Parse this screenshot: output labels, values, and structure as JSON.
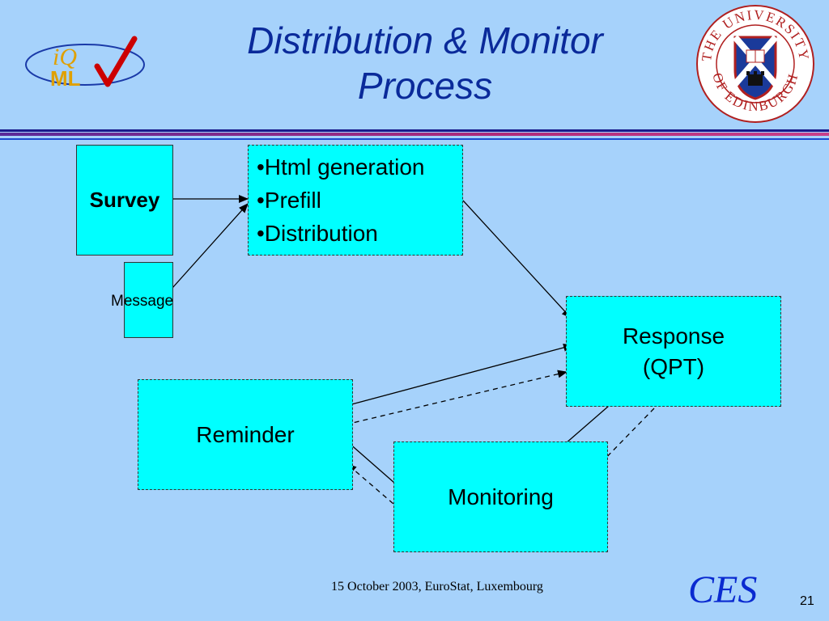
{
  "slide": {
    "title_line1": "Distribution & Monitor",
    "title_line2": "Process",
    "footer": "15 October 2003, EuroStat, Luxembourg",
    "brand": "CES",
    "page_number": "21"
  },
  "logos": {
    "iqml": {
      "line1": "iQ",
      "line2": "ML"
    },
    "university": {
      "top_text": "THE UNIVERSITY",
      "bottom_text": "OF EDINBURGH"
    }
  },
  "nodes": {
    "survey": "Survey",
    "message": "Message",
    "process_items": [
      "•Html generation",
      "•Prefill",
      "•Distribution"
    ],
    "response_line1": "Response",
    "response_line2": "(QPT)",
    "reminder": "Reminder",
    "monitoring": "Monitoring"
  },
  "colors": {
    "background": "#a6d2fb",
    "box_fill": "#00ffff",
    "title": "#0a2a9a",
    "rule_navy": "#1a1a8c",
    "rule_magenta": "#b02a7a",
    "brand": "#0a2ad0"
  }
}
